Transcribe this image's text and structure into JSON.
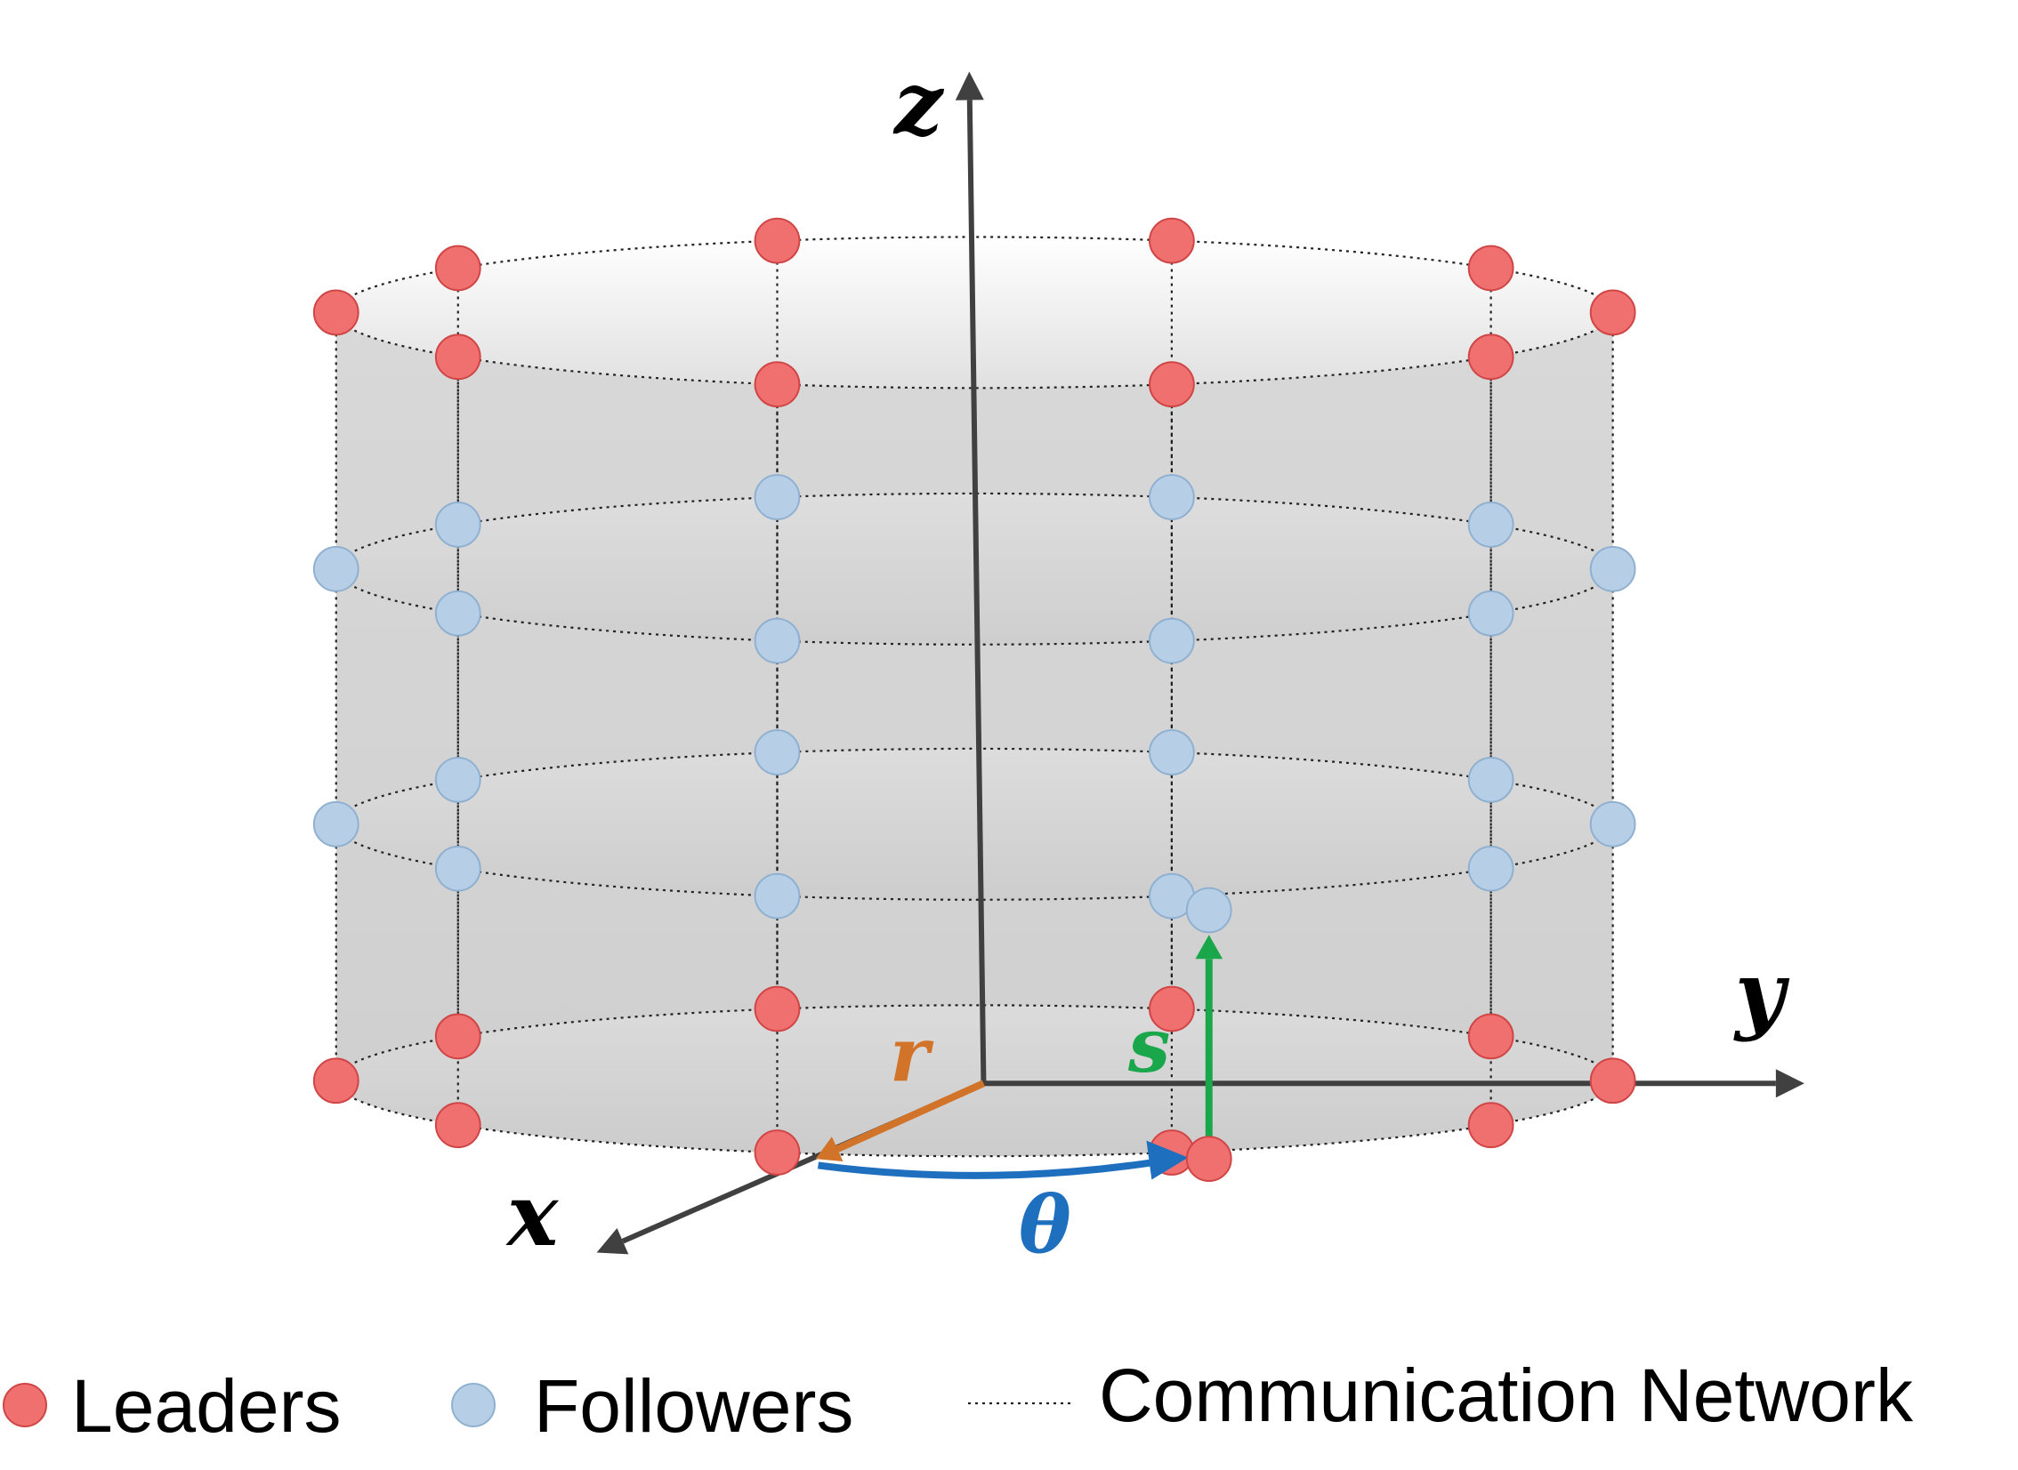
{
  "axes": {
    "z_label": "z",
    "y_label": "y",
    "x_label": "x"
  },
  "parameters": {
    "r_label": "r",
    "s_label": "s",
    "theta_label": "θ"
  },
  "legend": {
    "leaders_label": "Leaders",
    "followers_label": "Followers",
    "network_label": "Communication Network"
  },
  "colors": {
    "leader": "#f07070",
    "leader_stroke": "#d04545",
    "follower": "#b7cfe6",
    "follower_stroke": "#8fb0d0",
    "r_arrow": "#d2732a",
    "s_arrow": "#1aa64a",
    "theta_arrow": "#1f6fbf",
    "axis": "#404040"
  },
  "structure": {
    "columns": 10,
    "rings": 4,
    "leader_rings": [
      "top",
      "bottom"
    ],
    "follower_rings": 2
  }
}
